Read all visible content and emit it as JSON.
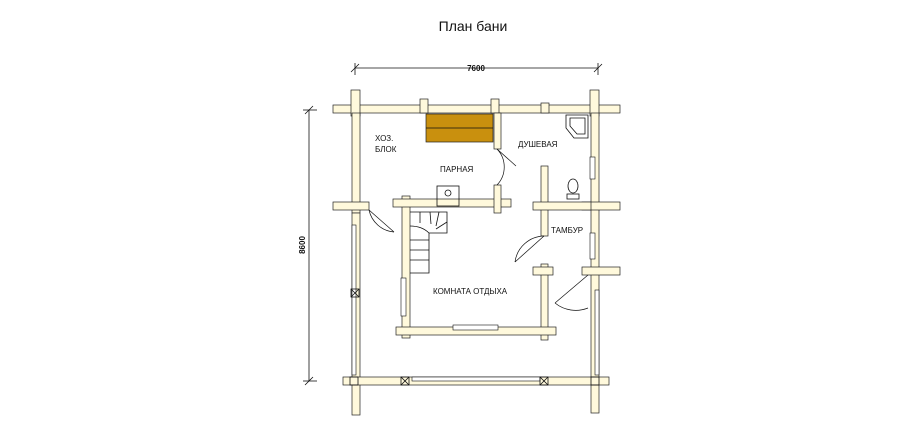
{
  "title": "План бани",
  "dimensions": {
    "width": "7600",
    "height": "8600"
  },
  "rooms": {
    "storage_line1": "ХОЗ.",
    "storage_line2": "БЛОК",
    "steam_room": "ПАРНАЯ",
    "shower": "ДУШЕВАЯ",
    "vestibule": "ТАМБУР",
    "rest_room": "КОМНАТА ОТДЫХА"
  },
  "colors": {
    "log_fill": "#FFF9DC",
    "shelf_fill": "#C9900E",
    "outline": "#222222"
  }
}
